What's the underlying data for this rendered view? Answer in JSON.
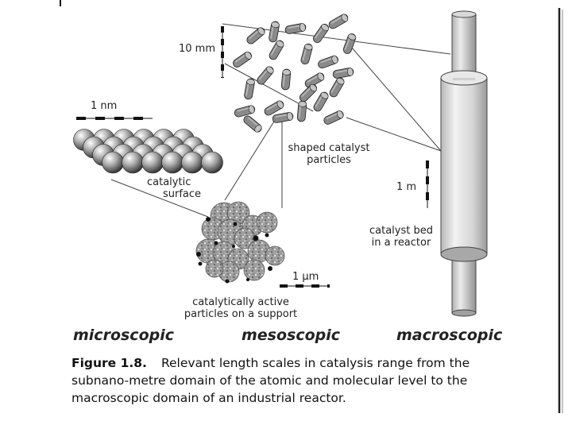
{
  "labels": {
    "scale_1nm": "1 nm",
    "scale_10mm": "10 mm",
    "scale_1m": "1 m",
    "scale_1um": "1 µm",
    "catalytic_surface": [
      "catalytic",
      "surface"
    ],
    "shaped_particles": [
      "shaped catalyst",
      "particles"
    ],
    "catalyst_bed": [
      "catalyst bed",
      "in a reactor"
    ],
    "active_particles": [
      "catalytically active",
      "particles on a support"
    ]
  },
  "levels": {
    "micro": "microscopic",
    "meso": "mesoscopic",
    "macro": "macroscopic"
  },
  "caption": {
    "figure": "Figure 1.8.",
    "text": "Relevant length scales in catalysis range from the subnano-metre domain of the atomic and molecular level to the macroscopic domain of an industrial reactor."
  }
}
